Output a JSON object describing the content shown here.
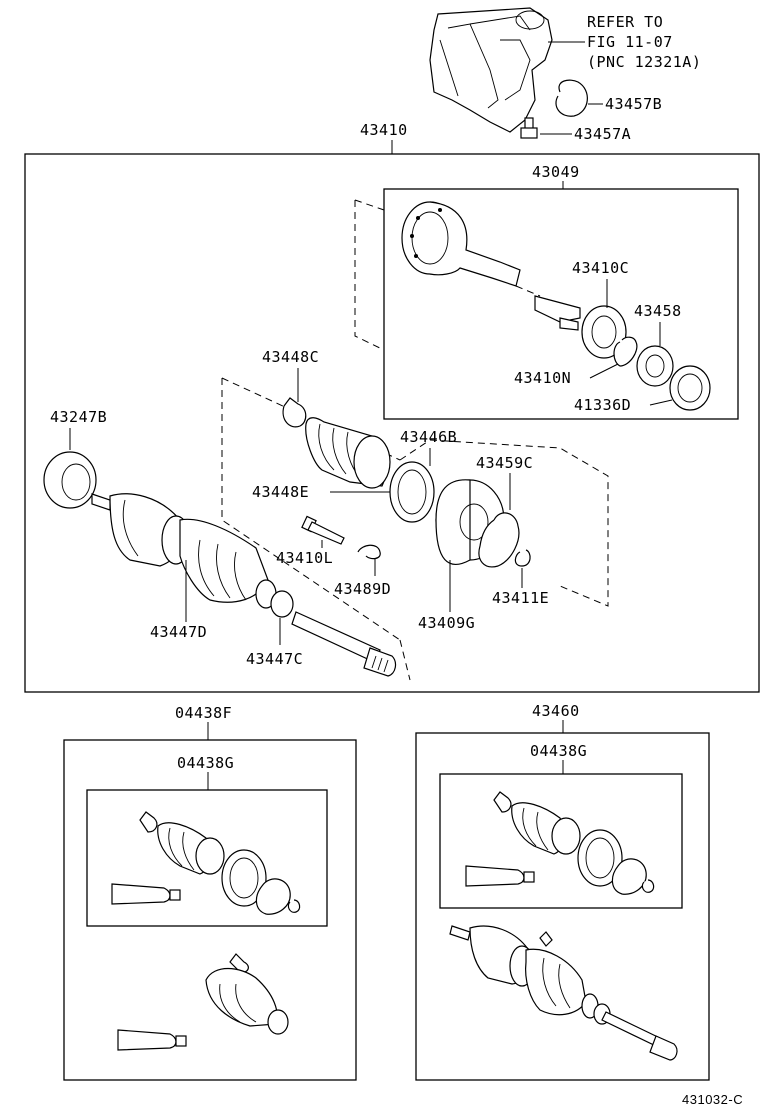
{
  "refer_note": {
    "line1": "REFER TO",
    "line2": "FIG 11-07",
    "line3": "(PNC 12321A)"
  },
  "labels": {
    "p43457B": "43457B",
    "p43457A": "43457A",
    "p43410": "43410",
    "p43049": "43049",
    "p43410C": "43410C",
    "p43458": "43458",
    "p43410N": "43410N",
    "p41336D": "41336D",
    "p43448C": "43448C",
    "p43247B": "43247B",
    "p43446B": "43446B",
    "p43459C": "43459C",
    "p43448E": "43448E",
    "p43410L": "43410L",
    "p43489D": "43489D",
    "p43411E": "43411E",
    "p43447D": "43447D",
    "p43409G": "43409G",
    "p43447C": "43447C",
    "p04438F": "04438F",
    "p04438G_left": "04438G",
    "p43460": "43460",
    "p04438G_right": "04438G"
  },
  "figure_id": "431032-C"
}
